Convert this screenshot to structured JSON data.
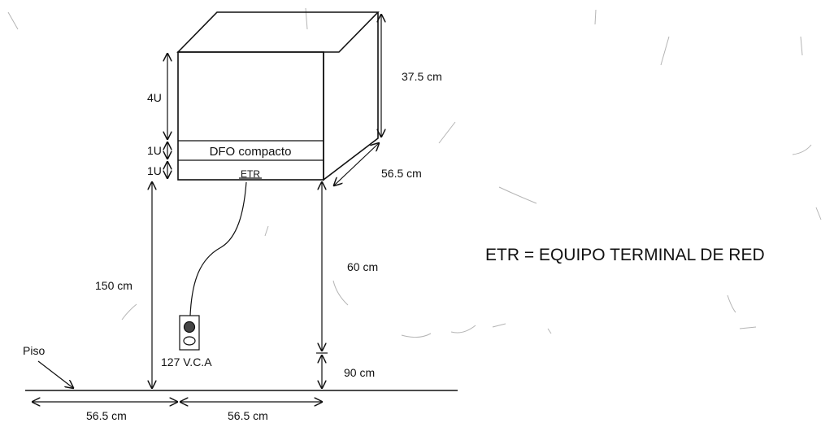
{
  "labels": {
    "u4": "4U",
    "u1_top": "1U",
    "u1_bottom": "1U",
    "dfo": "DFO compacto",
    "etr": "ETR",
    "depth_height": "37.5 cm",
    "depth_width": "56.5 cm",
    "height_150": "150 cm",
    "height_60": "60 cm",
    "height_90": "90 cm",
    "outlet": "127 V.C.A",
    "floor": "Piso",
    "floor_left": "56.5 cm",
    "floor_right": "56.5 cm",
    "legend": "ETR = EQUIPO TERMINAL DE RED"
  },
  "colors": {
    "ink": "#111111",
    "background": "#ffffff"
  }
}
